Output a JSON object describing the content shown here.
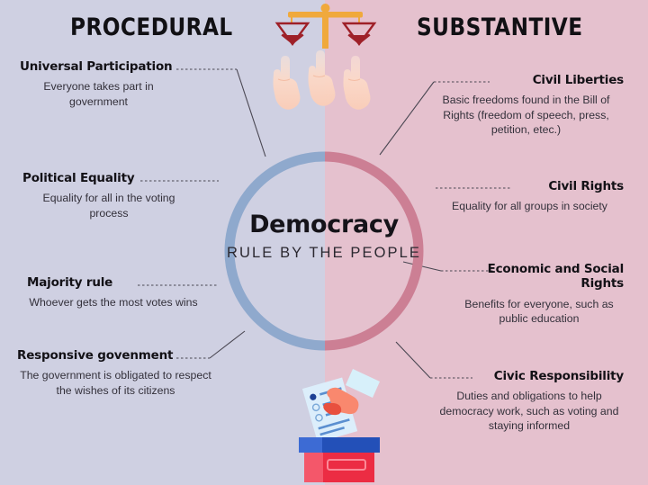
{
  "colors": {
    "bg_left": "#cfd0e2",
    "bg_right": "#e5c1ce",
    "ring_left": "#8fa9cd",
    "ring_right": "#cc7f94",
    "heading_text": "#111014",
    "body_text": "#33303a",
    "scales_frame": "#f0a93c",
    "scales_pan": "#9e2028",
    "ballot_lid": "#2350b8",
    "ballot_box": "#ec2c43",
    "hand_skin": "#fbd9c8"
  },
  "center": {
    "title": "Democracy",
    "subtitle": "RULE BY THE PEOPLE"
  },
  "sides": {
    "left_heading": "PROCEDURAL",
    "right_heading": "SUBSTANTIVE"
  },
  "left_items": [
    {
      "title": "Universal Participation",
      "desc": "Everyone takes part in government"
    },
    {
      "title": "Political Equality",
      "desc": "Equality for all in the voting process"
    },
    {
      "title": "Majority rule",
      "desc": "Whoever gets the most votes wins"
    },
    {
      "title": "Responsive govenment",
      "desc": "The government is obligated to respect the wishes of its citizens"
    }
  ],
  "right_items": [
    {
      "title": "Civil Liberties",
      "desc": "Basic freedoms found in the Bill of Rights (freedom of speech, press, petition, etec.)"
    },
    {
      "title": "Civil Rights",
      "desc": "Equality for all groups in society"
    },
    {
      "title": "Economic and Social Rights",
      "desc": "Benefits for everyone, such as public education"
    },
    {
      "title": "Civic Responsibility",
      "desc": "Duties and obligations to help democracy work, such as voting and staying informed"
    }
  ],
  "graphics": {
    "scales": "scales-of-justice-icon",
    "hands": "raised-hands-icon",
    "ballot": "ballot-box-icon"
  }
}
